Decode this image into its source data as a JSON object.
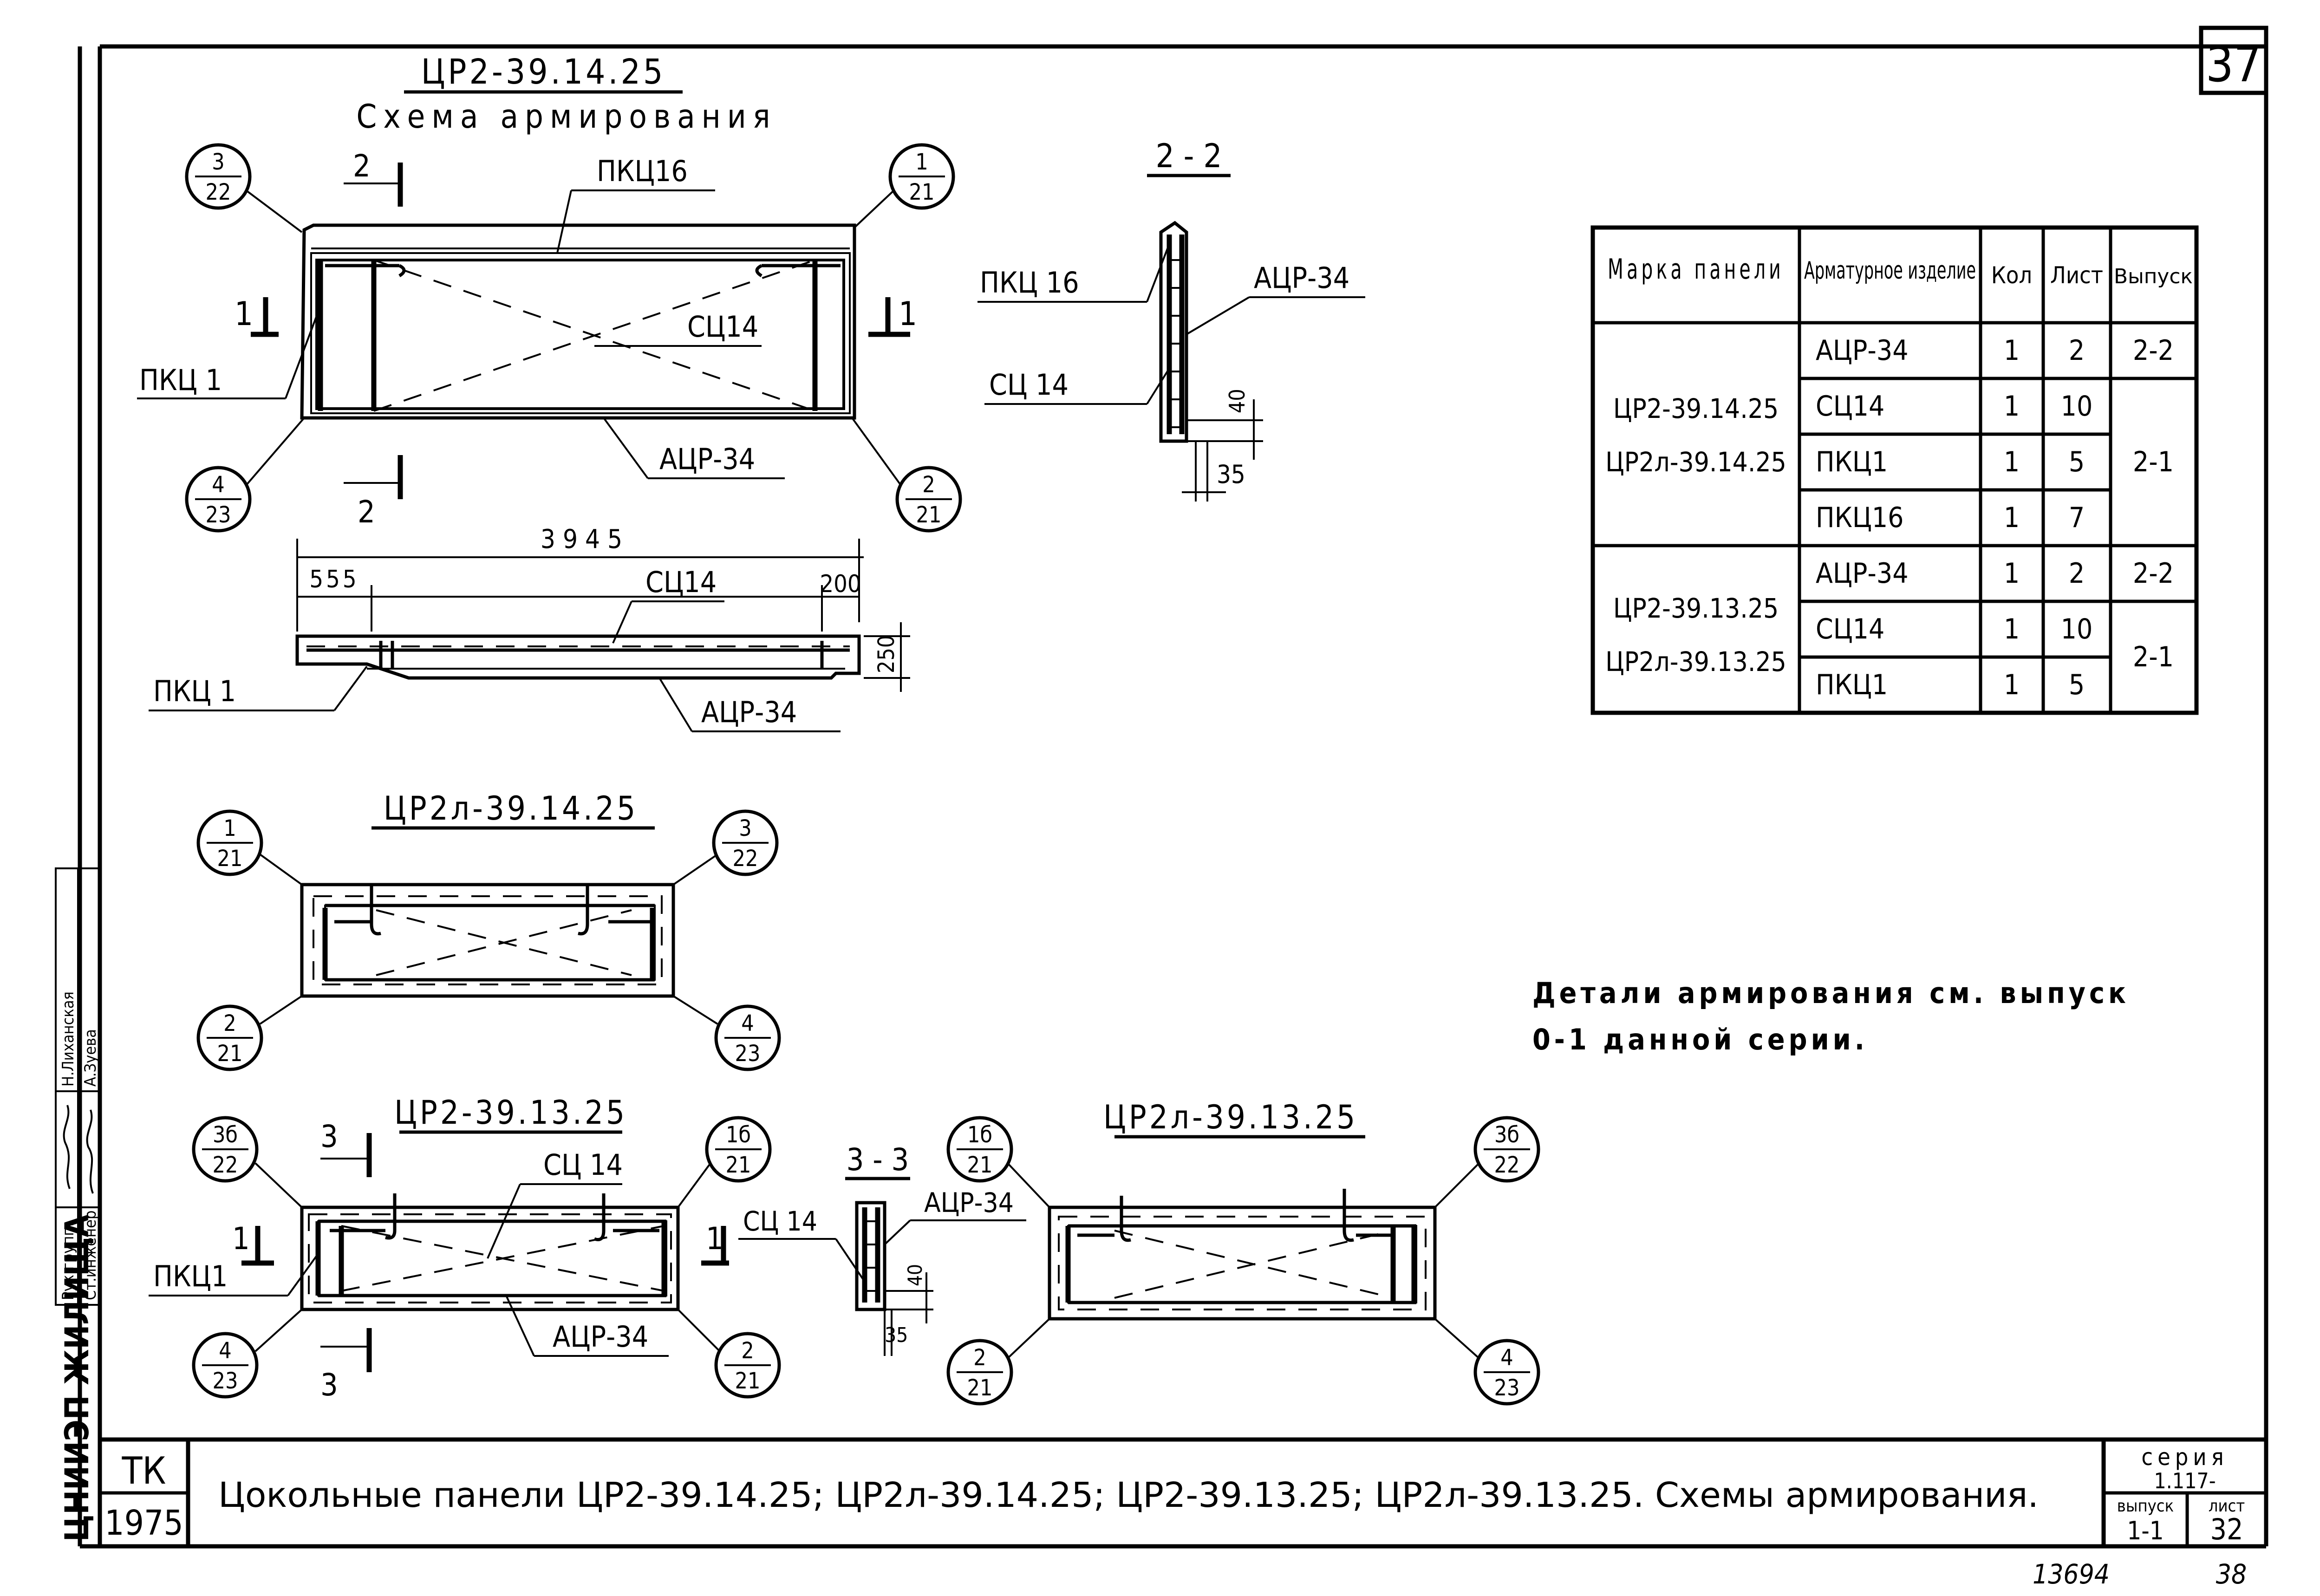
{
  "page_number": "37",
  "main_title": "ЦР2-39.14.25",
  "main_subtitle": "Схема армирования",
  "labels": {
    "pkc16": "ПКЦ16",
    "pkc16_sp": "ПКЦ 16",
    "sc14": "СЦ14",
    "sc14_sp": "СЦ 14",
    "acr34": "АЦР-34",
    "pkc1": "ПКЦ1",
    "pkc1_sp": "ПКЦ 1"
  },
  "sections": {
    "s1": "1",
    "s2": "2",
    "s3": "3",
    "s22": "2 - 2",
    "s33": "3 - 3"
  },
  "callouts": {
    "c3_22": {
      "top": "3",
      "bottom": "22"
    },
    "c1_21": {
      "top": "1",
      "bottom": "21"
    },
    "c4_23": {
      "top": "4",
      "bottom": "23"
    },
    "c2_21": {
      "top": "2",
      "bottom": "21"
    },
    "c3b_22": {
      "top": "3б",
      "bottom": "22"
    },
    "c1b_21": {
      "top": "1б",
      "bottom": "21"
    }
  },
  "dimensions": {
    "overall": "3945",
    "left": "555",
    "right": "200",
    "height": "250",
    "d40": "40",
    "d35": "35"
  },
  "view_titles": {
    "v2": "ЦР2л-39.14.25",
    "v3": "ЦР2-39.13.25",
    "v4": "ЦР2л-39.13.25"
  },
  "table": {
    "headers": [
      "Марка панели",
      "Арматурное изделие",
      "Кол",
      "Лист",
      "Выпуск"
    ],
    "group1": {
      "marks": [
        "ЦР2-39.14.25",
        "ЦР2л-39.14.25"
      ],
      "rows": [
        {
          "item": "АЦР-34",
          "qty": "1",
          "sheet": "2",
          "issue": "2-2"
        },
        {
          "item": "СЦ14",
          "qty": "1",
          "sheet": "10",
          "issue": "2-1"
        },
        {
          "item": "ПКЦ1",
          "qty": "1",
          "sheet": "5"
        },
        {
          "item": "ПКЦ16",
          "qty": "1",
          "sheet": "7"
        }
      ]
    },
    "group2": {
      "marks": [
        "ЦР2-39.13.25",
        "ЦР2л-39.13.25"
      ],
      "rows": [
        {
          "item": "АЦР-34",
          "qty": "1",
          "sheet": "2",
          "issue": "2-2"
        },
        {
          "item": "СЦ14",
          "qty": "1",
          "sheet": "10",
          "issue": "2-1"
        },
        {
          "item": "ПКЦ1",
          "qty": "1",
          "sheet": "5"
        }
      ]
    }
  },
  "note_line1": "Детали армирования см. выпуск",
  "note_line2": "0-1 данной серии.",
  "title_block": {
    "org": "ТК",
    "year": "1975",
    "title": "Цокольные панели ЦР2-39.14.25; ЦР2л-39.14.25; ЦР2-39.13.25; ЦР2л-39.13.25. Схемы армирования.",
    "series_label": "серия",
    "series_value": "1.117-",
    "issue_label": "выпуск",
    "issue_value": "1-1",
    "sheet_label": "лист",
    "sheet_value": "32"
  },
  "side_stamp": {
    "role1": "Рук.групп.",
    "role2": "Ст.инженер",
    "name1": "Н.Лиханская",
    "name2": "А.Зуева",
    "org": "ЦНИИЭП ЖИЛИЩА"
  },
  "footer": {
    "code": "13694",
    "number": "38"
  }
}
